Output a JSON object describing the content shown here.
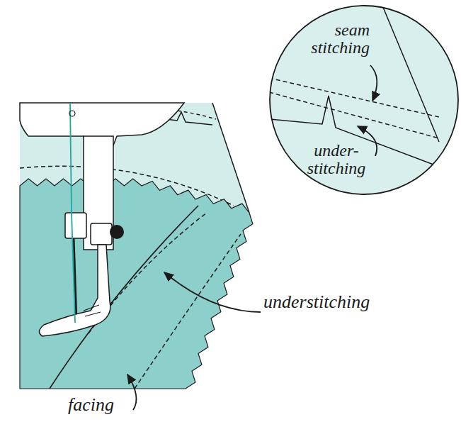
{
  "diagram": {
    "labels": [
      "seam stitching",
      "under- stitching",
      "understitching",
      "facing"
    ]
  }
}
